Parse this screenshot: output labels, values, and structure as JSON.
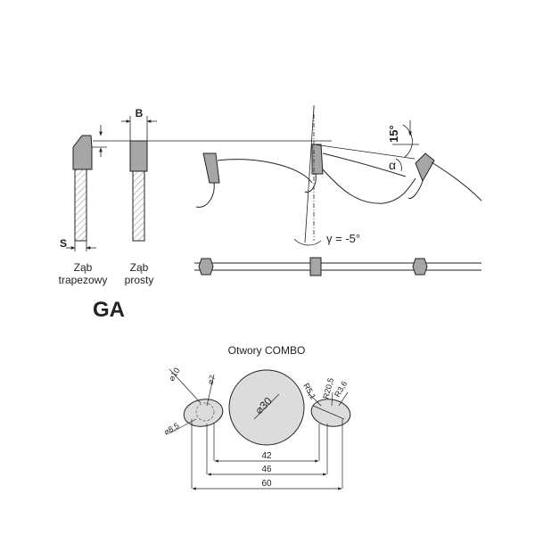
{
  "tooth_labels": {
    "trapez_line1": "Ząb",
    "trapez_line2": "trapezowy",
    "straight_line1": "Ząb",
    "straight_line2": "prosty",
    "s": "S",
    "b": "B"
  },
  "angles": {
    "clearance": "15°",
    "alpha": "α",
    "gamma": "γ = -5°"
  },
  "series_name": "GA",
  "combo": {
    "title": "Otwory COMBO",
    "d10": "⌀10",
    "d7": "⌀7",
    "d8_5": "⌀8,5",
    "d30": "⌀30",
    "r5_1": "R5,1",
    "r20_5": "R20,5",
    "r3_6": "R3,6",
    "dim_42": "42",
    "dim_46": "46",
    "dim_60": "60"
  },
  "colors": {
    "line": "#222222",
    "tooth_fill": "#a6a6a6",
    "bore_fill": "#dcdcdc",
    "hatch": "#999999"
  }
}
